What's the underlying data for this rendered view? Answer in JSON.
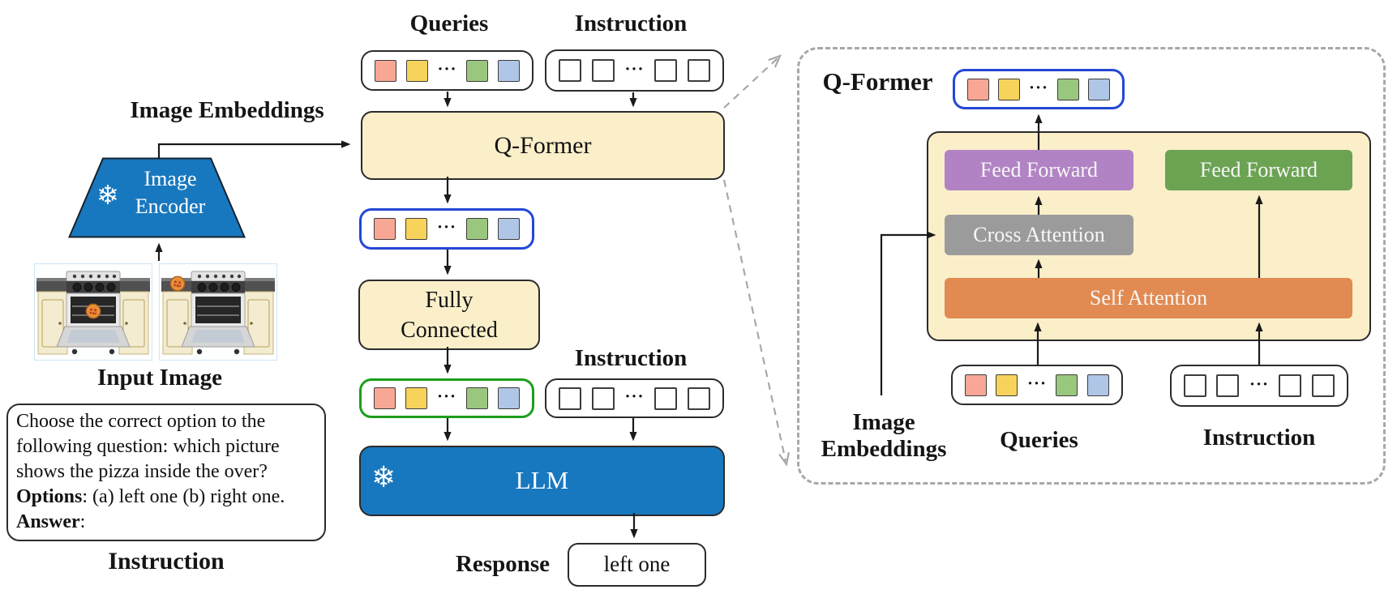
{
  "colors": {
    "beige": "#FAEFC9",
    "blue": "#1878BF",
    "purple": "#B183C4",
    "ff_green": "#6BA353",
    "gray": "#9B9B9B",
    "orange": "#E18A52",
    "blue_outline": "#2447D4",
    "green_outline": "#1C9E1C",
    "dash": "#A8A8A8",
    "line": "#1a1a1a"
  },
  "icons": {
    "snowflake": "❄"
  },
  "tokens": {
    "dots": "···",
    "colored": [
      "#F7A794",
      "#F8D35B",
      "dots",
      "#9AC77E",
      "#AFC6E6"
    ],
    "plain": [
      "#FFFFFF",
      "#FFFFFF",
      "dots",
      "#FFFFFF",
      "#FFFFFF"
    ]
  },
  "left": {
    "image_embeddings_label": "Image Embeddings",
    "encoder_line1": "Image",
    "encoder_line2": "Encoder",
    "input_image_label": "Input Image",
    "instruction_caption": "Instruction",
    "prompt": {
      "line1": "Choose the correct option to the",
      "line2": "following question: which picture",
      "line3": "shows the pizza inside the over?",
      "options_label": "Options",
      "options_text": ": (a) left one (b) right one.",
      "answer_label": "Answer",
      "answer_text": ":"
    }
  },
  "middle": {
    "queries_label": "Queries",
    "instruction_label_top": "Instruction",
    "qformer_label": "Q-Former",
    "fully_connected_line1": "Fully",
    "fully_connected_line2": "Connected",
    "instruction_label_mid": "Instruction",
    "llm_label": "LLM",
    "response_label": "Response",
    "response_value": "left one"
  },
  "panel": {
    "title": "Q-Former",
    "feed_forward_left": "Feed Forward",
    "feed_forward_right": "Feed Forward",
    "cross_attention": "Cross Attention",
    "self_attention": "Self Attention",
    "image_embeddings_line1": "Image",
    "image_embeddings_line2": "Embeddings",
    "queries_label": "Queries",
    "instruction_label": "Instruction"
  }
}
